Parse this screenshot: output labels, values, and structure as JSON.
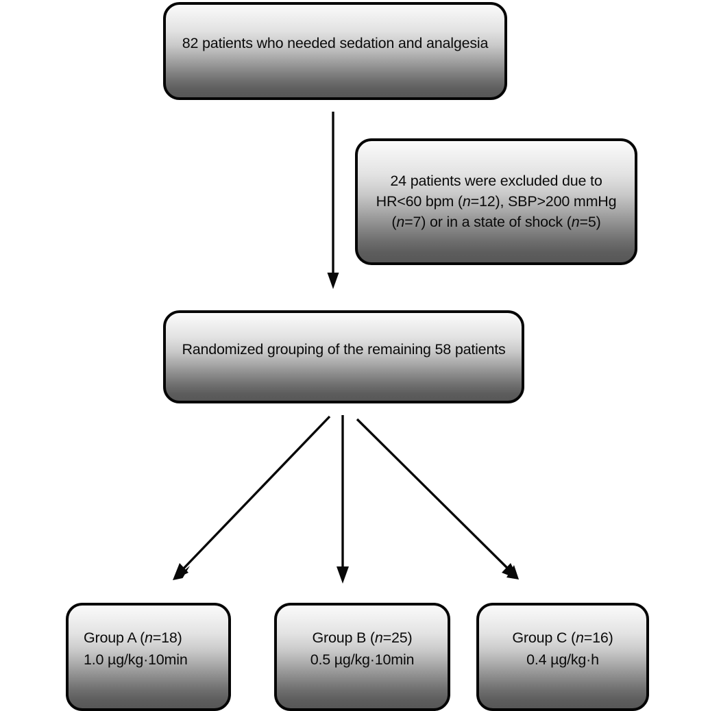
{
  "diagram": {
    "type": "flowchart",
    "title": "Patient enrollment and randomization flow",
    "nodes": {
      "total": {
        "label": "82 patients who needed sedation and analgesia",
        "count": 82
      },
      "excluded": {
        "line1": "24 patients were excluded due to",
        "line2_a": "HR<60 bpm (",
        "line2_n": "n",
        "line2_b": "=12), SBP>200 mmHg",
        "line3_a": "(",
        "line3_n1": "n",
        "line3_b": "=7) or in a state of shock (",
        "line3_n2": "n",
        "line3_c": "=5)",
        "count": 24,
        "reasons": [
          {
            "criterion": "HR<60 bpm",
            "n": 12
          },
          {
            "criterion": "SBP>200 mmHg",
            "n": 7
          },
          {
            "criterion": "in a state of shock",
            "n": 5
          }
        ]
      },
      "random": {
        "label": "Randomized grouping of the remaining 58 patients",
        "count": 58
      },
      "groupA": {
        "line1_a": "Group A (",
        "line1_n": "n",
        "line1_b": "=18)",
        "line2": "1.0 µg/kg·10min",
        "name": "Group A",
        "n": 18,
        "dose": "1.0 µg/kg·10min"
      },
      "groupB": {
        "line1_a": "Group B (",
        "line1_n": "n",
        "line1_b": "=25)",
        "line2": "0.5 µg/kg·10min",
        "name": "Group B",
        "n": 25,
        "dose": "0.5 µg/kg·10min"
      },
      "groupC": {
        "line1_a": "Group C (",
        "line1_n": "n",
        "line1_b": "=16)",
        "line2": "0.4 µg/kg·h",
        "name": "Group C",
        "n": 16,
        "dose": "0.4 µg/kg·h"
      }
    },
    "edges": [
      {
        "from": "total",
        "to": "random",
        "style": "straight-down-arrow"
      },
      {
        "from": "random",
        "to": "groupA",
        "style": "diagonal-left-arrow"
      },
      {
        "from": "random",
        "to": "groupB",
        "style": "straight-down-arrow"
      },
      {
        "from": "random",
        "to": "groupC",
        "style": "diagonal-right-arrow"
      }
    ],
    "colors": {
      "border": "#050505",
      "fill_top": "#fafafa",
      "fill_bottom": "#575757",
      "text": "#0a0a0a",
      "arrow": "#080808",
      "background": "#ffffff"
    }
  }
}
